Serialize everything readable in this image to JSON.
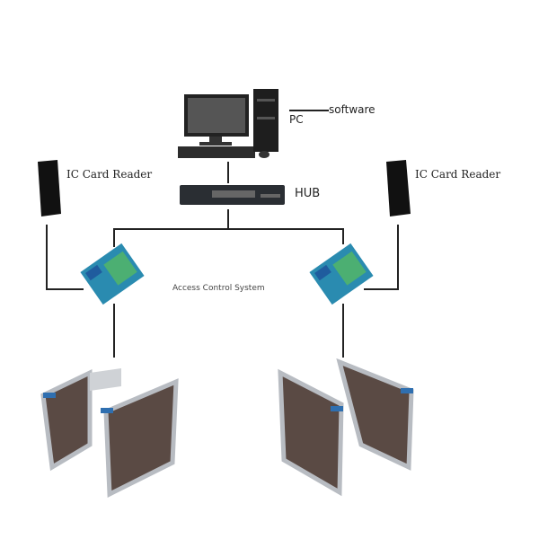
{
  "labels": {
    "software": "software",
    "pc": "PC",
    "hub": "HUB",
    "reader_left": "IC Card Reader",
    "reader_right": "IC Card Reader",
    "access_control": "Access  Control System"
  },
  "colors": {
    "line": "#222222",
    "board": "#2a8bb0",
    "board_green": "#4caf72",
    "gate_steel": "#b8bcc2",
    "gate_glass": "#5a4a44",
    "gate_accent": "#2f6fb0"
  }
}
